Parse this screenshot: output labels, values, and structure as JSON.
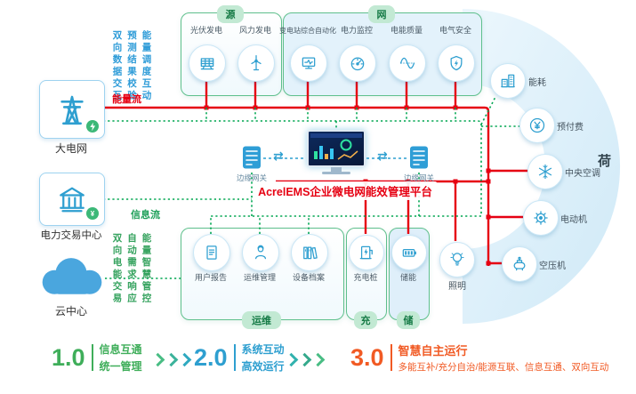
{
  "colors": {
    "energy_flow": "#e60012",
    "info_flow": "#00a651",
    "accent_blue": "#2e9fd0",
    "accent_green": "#3cb878",
    "stage3_orange": "#f15a24"
  },
  "icons_text": {
    "exchange_arrows": "⇄",
    "yen_badge": "¥"
  },
  "left_column": {
    "grid_card": {
      "label": "大电网"
    },
    "trade_card": {
      "label": "电力交易中心"
    },
    "cloud_card": {
      "label": "云中心"
    },
    "energy_flow_label": "能量流",
    "info_flow_label": "信息流",
    "top_vertical_texts": [
      "双向数据交互",
      "预测结果校验",
      "能量调度互动"
    ],
    "bottom_vertical_texts": [
      "双向电能交易",
      "自动需求响应",
      "能量智慧管控"
    ]
  },
  "source_box": {
    "tab": "源",
    "items": [
      {
        "label": "光伏发电"
      },
      {
        "label": "风力发电"
      }
    ]
  },
  "grid_box": {
    "tab": "网",
    "items": [
      {
        "label": "变电站综合自动化"
      },
      {
        "label": "电力监控"
      },
      {
        "label": "电能质量"
      },
      {
        "label": "电气安全"
      }
    ]
  },
  "load_arc": {
    "side_label": "荷",
    "items": [
      {
        "label": "能耗"
      },
      {
        "label": "预付费"
      },
      {
        "label": "中央空调"
      },
      {
        "label": "电动机"
      },
      {
        "label": "空压机"
      },
      {
        "label": "照明"
      }
    ]
  },
  "om_box": {
    "tab": "运维",
    "items": [
      {
        "label": "用户报告"
      },
      {
        "label": "运维管理"
      },
      {
        "label": "设备档案"
      }
    ]
  },
  "charge_box": {
    "tab": "充",
    "items": [
      {
        "label": "充电桩"
      }
    ]
  },
  "storage_box": {
    "tab": "储",
    "items": [
      {
        "label": "储能"
      }
    ]
  },
  "center": {
    "platform_title": "AcrelEMS企业微电网能效管理平台",
    "gateway_left_label": "边缘网关",
    "gateway_right_label": "边缘网关"
  },
  "legend": {
    "stage1": {
      "version": "1.0",
      "line1": "信息互通",
      "line2": "统一管理"
    },
    "stage2": {
      "version": "2.0",
      "line1": "系统互动",
      "line2": "高效运行"
    },
    "stage3": {
      "version": "3.0",
      "line1": "智慧自主运行",
      "line2": "多能互补/充分自治/能源互联、信息互通、双向互动"
    }
  }
}
